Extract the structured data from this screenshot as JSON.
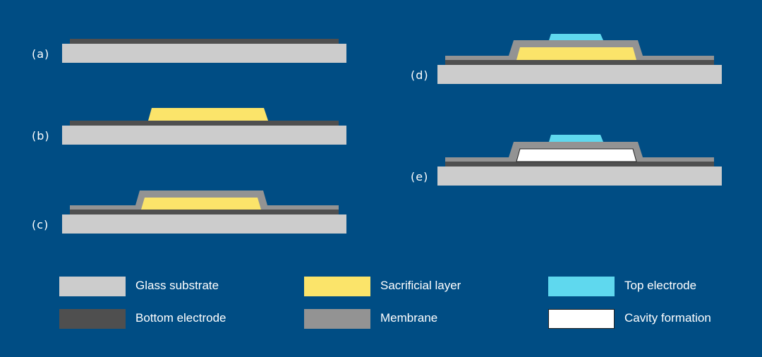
{
  "colors": {
    "background": "#004d84",
    "glass_substrate": "#cccccc",
    "bottom_electrode": "#4f4f4f",
    "sacrificial_layer": "#fbe46a",
    "membrane": "#939393",
    "top_electrode": "#5fd8ee",
    "cavity": "#ffffff"
  },
  "steps": {
    "a": "(a)",
    "b": "(b)",
    "c": "(c)",
    "d": "(d)",
    "e": "(e)"
  },
  "legend": {
    "glass_substrate": "Glass substrate",
    "sacrificial_layer": "Sacrificial layer",
    "top_electrode": "Top electrode",
    "bottom_electrode": "Bottom electrode",
    "membrane": "Membrane",
    "cavity_formation": "Cavity formation"
  }
}
